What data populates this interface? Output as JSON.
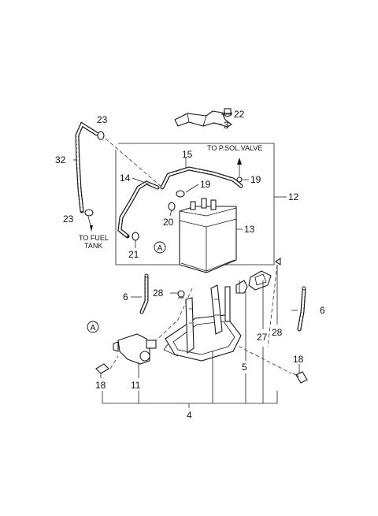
{
  "diagram": {
    "notes": {
      "to_p_sol_valve": "TO P.SOL.VALVE",
      "to_fuel": "TO FUEL",
      "tank": "TANK"
    },
    "ref_marker": "A",
    "callouts": {
      "c22": "22",
      "c3": "3",
      "c23_top": "23",
      "c32": "32",
      "c23_bottom": "23",
      "c15": "15",
      "c14": "14",
      "c19_left": "19",
      "c19_right": "19",
      "c12": "12",
      "c20": "20",
      "c13": "13",
      "c21": "21",
      "c6_left": "6",
      "c6_right": "6",
      "c28_left": "28",
      "c28_right": "28",
      "c27": "27",
      "c5": "5",
      "c18_left": "18",
      "c18_right": "18",
      "c11": "11",
      "c4": "4"
    }
  }
}
